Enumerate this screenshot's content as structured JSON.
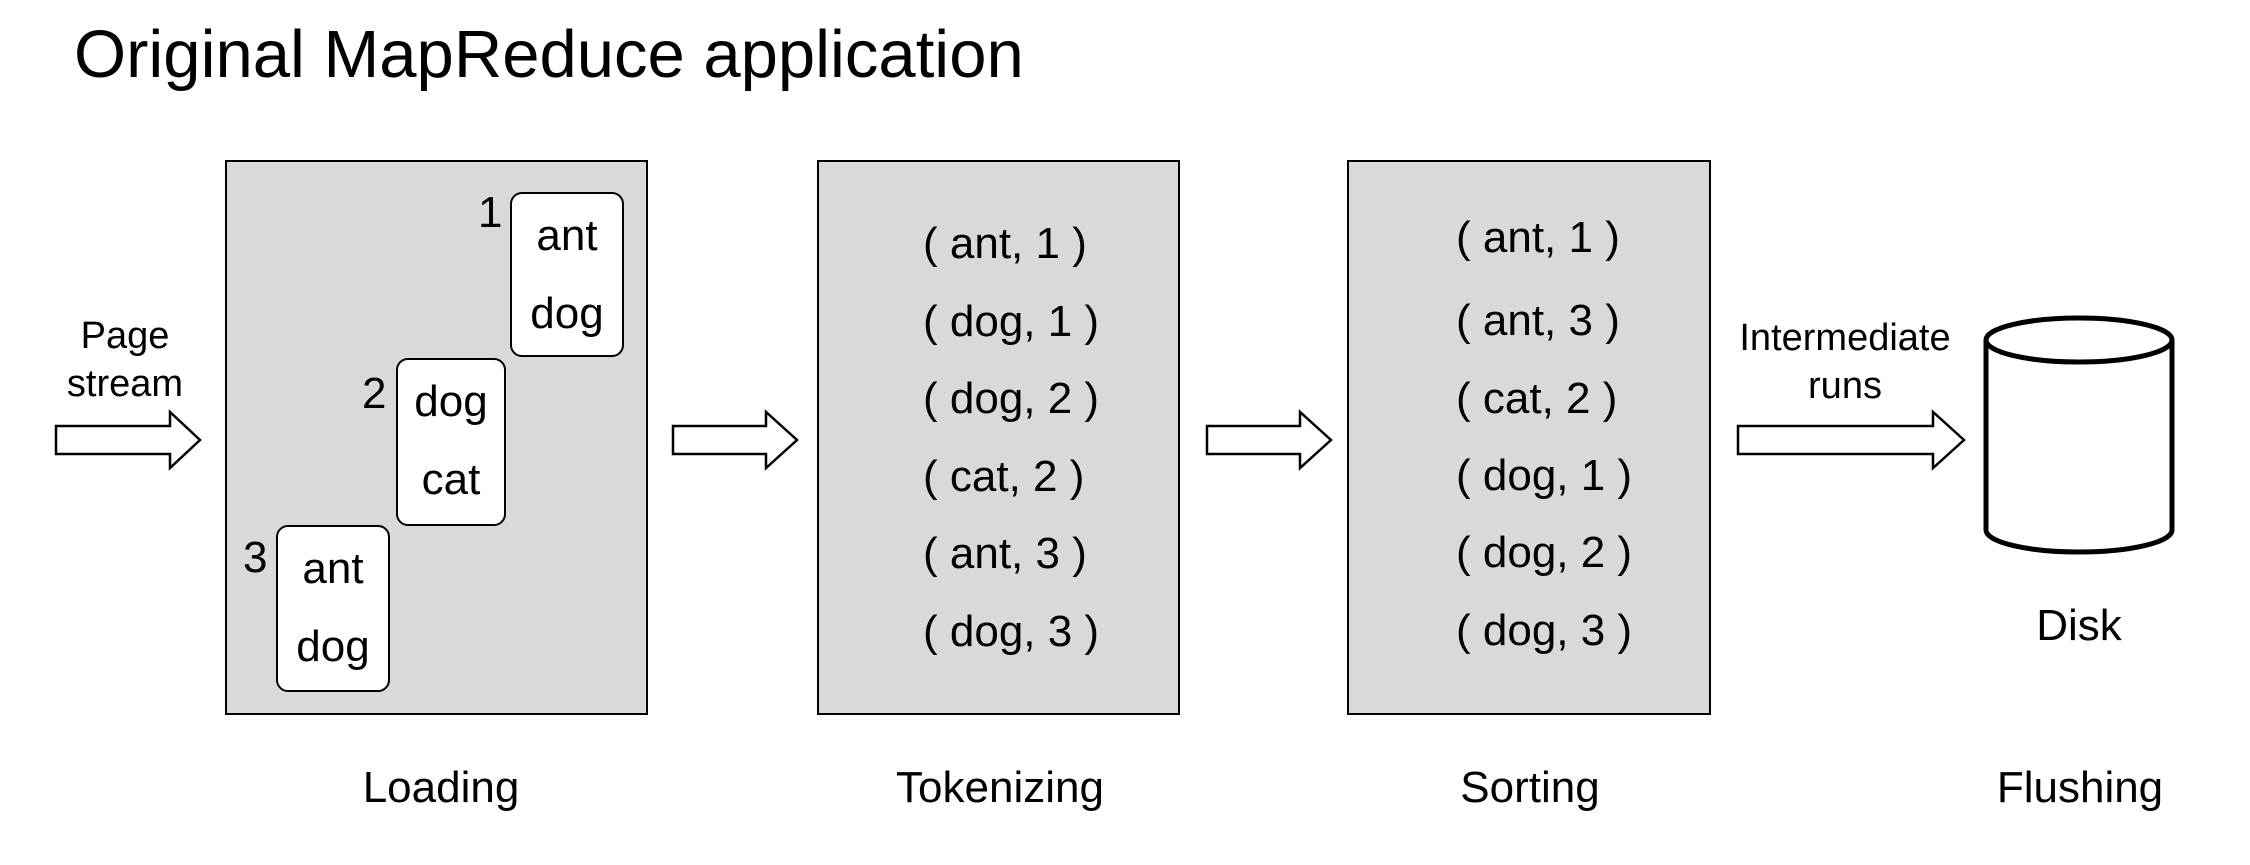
{
  "title": "Original MapReduce application",
  "input_label": {
    "line1": "Page",
    "line2": "stream"
  },
  "loading": {
    "label": "Loading",
    "pages": [
      {
        "number": "1",
        "words": [
          "ant",
          "dog"
        ]
      },
      {
        "number": "2",
        "words": [
          "dog",
          "cat"
        ]
      },
      {
        "number": "3",
        "words": [
          "ant",
          "dog"
        ]
      }
    ]
  },
  "tokenizing": {
    "label": "Tokenizing",
    "pairs": [
      "( ant, 1 )",
      "( dog, 1 )",
      "( dog, 2 )",
      "( cat, 2 )",
      "( ant, 3 )",
      "( dog, 3 )"
    ]
  },
  "sorting": {
    "label": "Sorting",
    "pairs": [
      "( ant, 1 )",
      "( ant, 3 )",
      "( cat, 2 )",
      "( dog, 1 )",
      "( dog, 2 )",
      "( dog, 3 )"
    ]
  },
  "runs_label": {
    "line1": "Intermediate",
    "line2": "runs"
  },
  "disk_label": "Disk",
  "flushing": {
    "label": "Flushing"
  },
  "colors": {
    "stage_fill": "#d9d9d9",
    "page_fill": "#ffffff",
    "stroke": "#000000"
  }
}
